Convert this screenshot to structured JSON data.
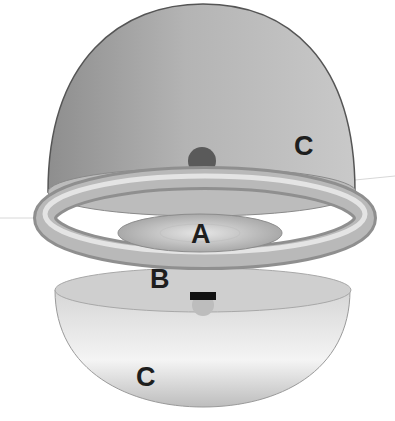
{
  "diagram": {
    "labels": [
      "C",
      "A",
      "B",
      "C"
    ]
  }
}
